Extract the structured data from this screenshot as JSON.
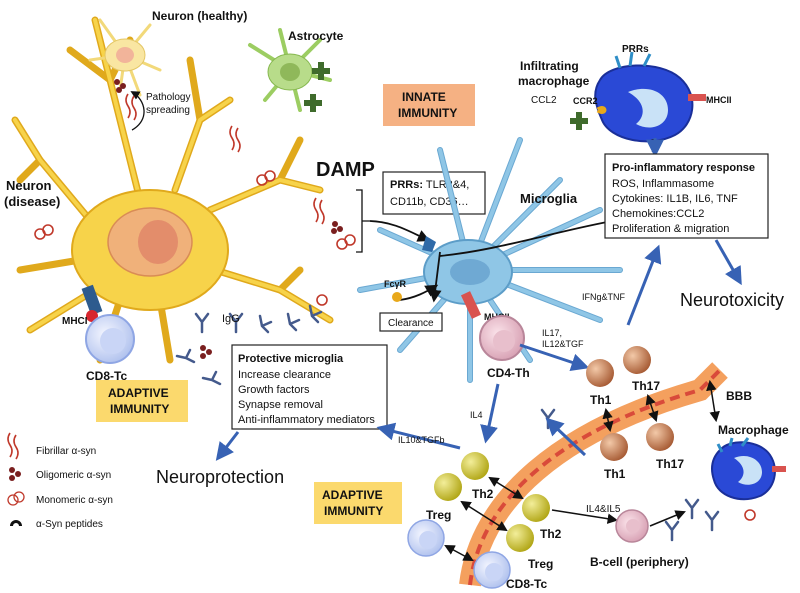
{
  "colors": {
    "neuron_body": "#f7d34a",
    "neuron_edge": "#e0a91c",
    "astrocyte": "#9ccd62",
    "microglia": "#8fc6e6",
    "macrophage": "#2a49d6",
    "innate_bg": "#f5b183",
    "adaptive_bg": "#fbd96d",
    "arrow_blue": "#3762b4",
    "bbb_outer": "#f4a05e",
    "bbb_inner": "#d94a3a",
    "th1_th17": "#a65a33",
    "th2_treg": "#c3b81c",
    "cd8": "#b7c6ee"
  },
  "labels": {
    "neuron_healthy": "Neuron (healthy)",
    "astrocyte": "Astrocyte",
    "pathology_spreading": [
      "Pathology",
      "spreading"
    ],
    "neuron_disease": [
      "Neuron",
      "(disease)"
    ],
    "mhci": "MHCI",
    "cd8_tc_left": "CD8-Tc",
    "igg": "IgG",
    "damp": "DAMP",
    "innate_immunity": [
      "INNATE",
      "IMMUNITY"
    ],
    "microglia": "Microglia",
    "fcyr": "FcγR",
    "clearance": "Clearance",
    "mhcii_microglia": "MHCII",
    "cd4_th": "CD4-Th",
    "infiltrating_macrophage": [
      "Infiltrating",
      "macrophage"
    ],
    "prrs": "PRRs",
    "ccr2": "CCR2",
    "mhcii_macrophage": "MHCII",
    "ccl2": "CCL2",
    "question": "?",
    "ifng_tnf": "IFNg&TNF",
    "neurotoxicity": "Neurotoxicity",
    "il17": [
      "IL17,",
      "IL12&TGF"
    ],
    "th1_top": "Th1",
    "th17_top": "Th17",
    "th1_bottom": "Th1",
    "th17_bottom": "Th17",
    "bbb": "BBB",
    "macrophage": "Macrophage",
    "il4": "IL4",
    "il10": "IL10&TGFb",
    "neuroprotection": "Neuroprotection",
    "adaptive_left": [
      "ADAPTIVE",
      "IMMUNITY"
    ],
    "adaptive_bottom": [
      "ADAPTIVE",
      "IMMUNITY"
    ],
    "th2_top": "Th2",
    "th2_bottom": "Th2",
    "treg_top": "Treg",
    "treg_bottom": "Treg",
    "cd8_tc_bottom": "CD8-Tc",
    "il4_il5": "IL4&IL5",
    "bcell": "B-cell (periphery)"
  },
  "prr_box": {
    "bold": "PRRs:",
    "line1": " TLR2&4,",
    "line2": "CD11b, CD36…"
  },
  "proinflammatory_box": {
    "title": "Pro-inflammatory  response",
    "lines": [
      "ROS, Inflammasome",
      "Cytokines: IL1B, IL6, TNF",
      "Chemokines:CCL2",
      "Proliferation & migration"
    ]
  },
  "protective_box": {
    "title": "Protective microglia",
    "lines": [
      "Increase clearance",
      "Growth factors",
      "Synapse removal",
      "Anti-inflammatory mediators"
    ]
  },
  "legend": [
    {
      "icon": "fibrillar-icon",
      "label": "Fibrillar α-syn"
    },
    {
      "icon": "oligomeric-icon",
      "label": "Oligomeric α-syn"
    },
    {
      "icon": "monomeric-icon",
      "label": "Monomeric α-syn"
    },
    {
      "icon": "peptide-icon",
      "label": "α-Syn peptides"
    }
  ]
}
